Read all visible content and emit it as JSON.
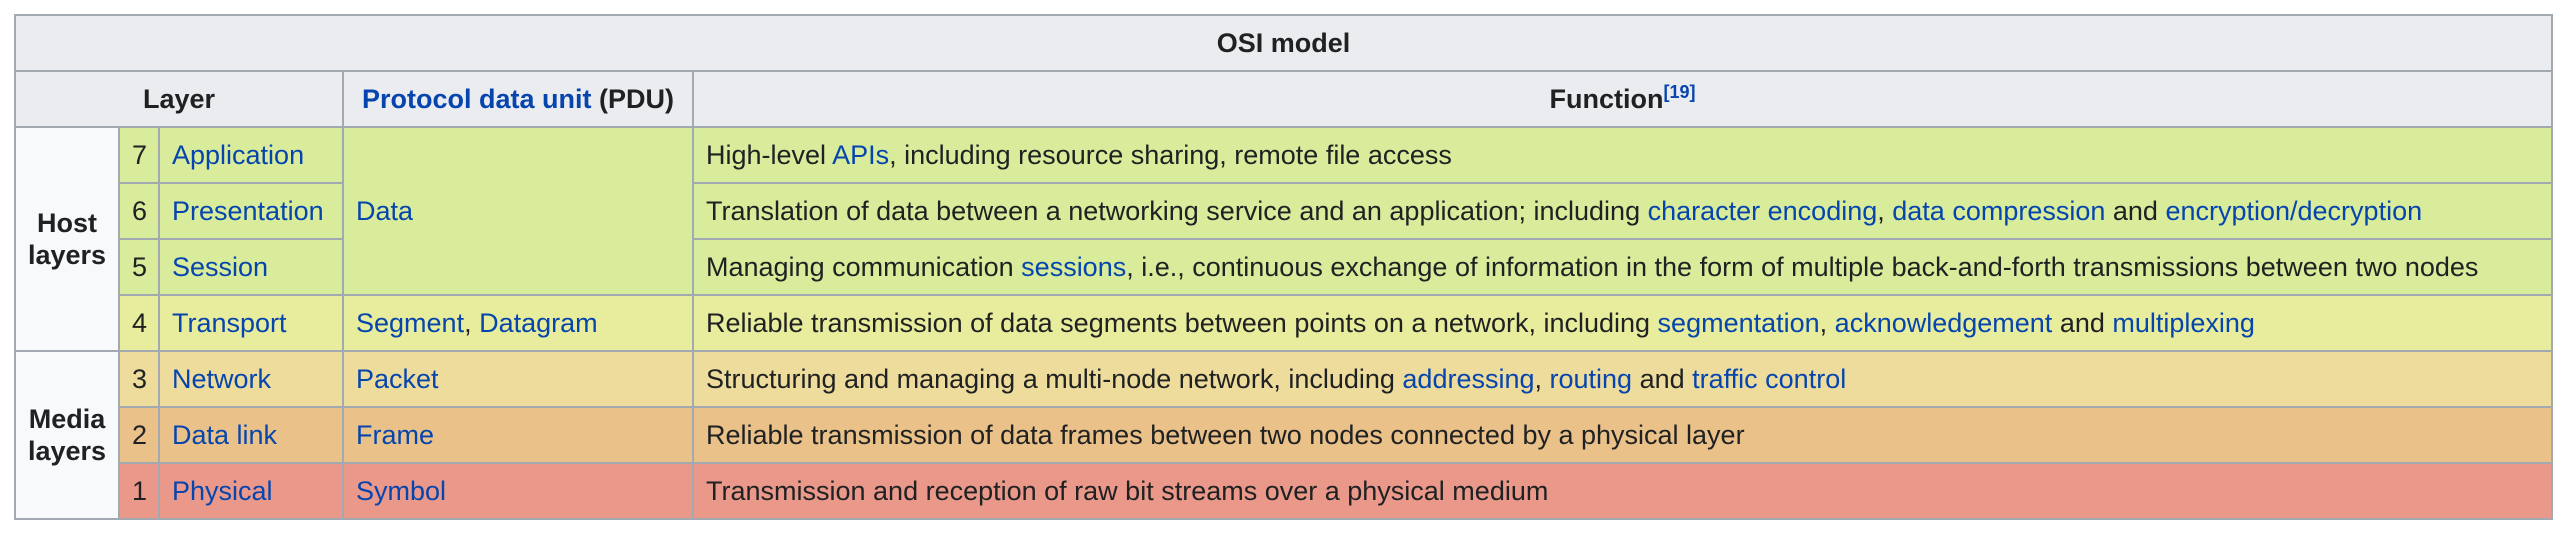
{
  "title": "OSI model",
  "header": {
    "layer": "Layer",
    "pdu_link": "Protocol data unit",
    "pdu_rest": " (PDU)",
    "function": "Function",
    "function_ref": "[19]"
  },
  "groups": {
    "host": "Host layers",
    "media": "Media layers"
  },
  "rows": [
    {
      "num": "7",
      "layer": "Application"
    },
    {
      "num": "6",
      "layer": "Presentation"
    },
    {
      "num": "5",
      "layer": "Session"
    },
    {
      "num": "4",
      "layer": "Transport"
    },
    {
      "num": "3",
      "layer": "Network"
    },
    {
      "num": "2",
      "layer": "Data link"
    },
    {
      "num": "1",
      "layer": "Physical"
    }
  ],
  "pdu": {
    "data": "Data",
    "segment": "Segment",
    "comma": ", ",
    "datagram": "Datagram",
    "packet": "Packet",
    "frame": "Frame",
    "symbol": "Symbol"
  },
  "functions": {
    "f7": {
      "t1": "High-level ",
      "l1": "APIs",
      "t2": ", including resource sharing, remote file access"
    },
    "f6": {
      "t1": "Translation of data between a networking service and an application; including ",
      "l1": "character encoding",
      "t2": ", ",
      "l2": "data compression",
      "t3": " and ",
      "l3": "encryption/decryption"
    },
    "f5": {
      "t1": "Managing communication ",
      "l1": "sessions",
      "t2": ", i.e., continuous exchange of information in the form of multiple back-and-forth transmissions between two nodes"
    },
    "f4": {
      "t1": "Reliable transmission of data segments between points on a network, including ",
      "l1": "segmentation",
      "t2": ", ",
      "l2": "acknowledgement",
      "t3": " and ",
      "l3": "multiplexing"
    },
    "f3": {
      "t1": "Structuring and managing a multi-node network, including ",
      "l1": "addressing",
      "t2": ", ",
      "l2": "routing",
      "t3": " and ",
      "l3": "traffic control"
    },
    "f2": {
      "t1": "Reliable transmission of data frames between two nodes connected by a physical layer"
    },
    "f1": {
      "t1": "Transmission and reception of raw bit streams over a physical medium"
    }
  },
  "colors": {
    "link": "#0645ad",
    "header_bg": "#eaecf0",
    "border": "#a2a9b1",
    "layer7_6_5": "#d8ec9b",
    "layer4": "#e7ed9c",
    "layer3": "#eddc9c",
    "layer2": "#e9c189",
    "layer1": "#e9988a"
  }
}
